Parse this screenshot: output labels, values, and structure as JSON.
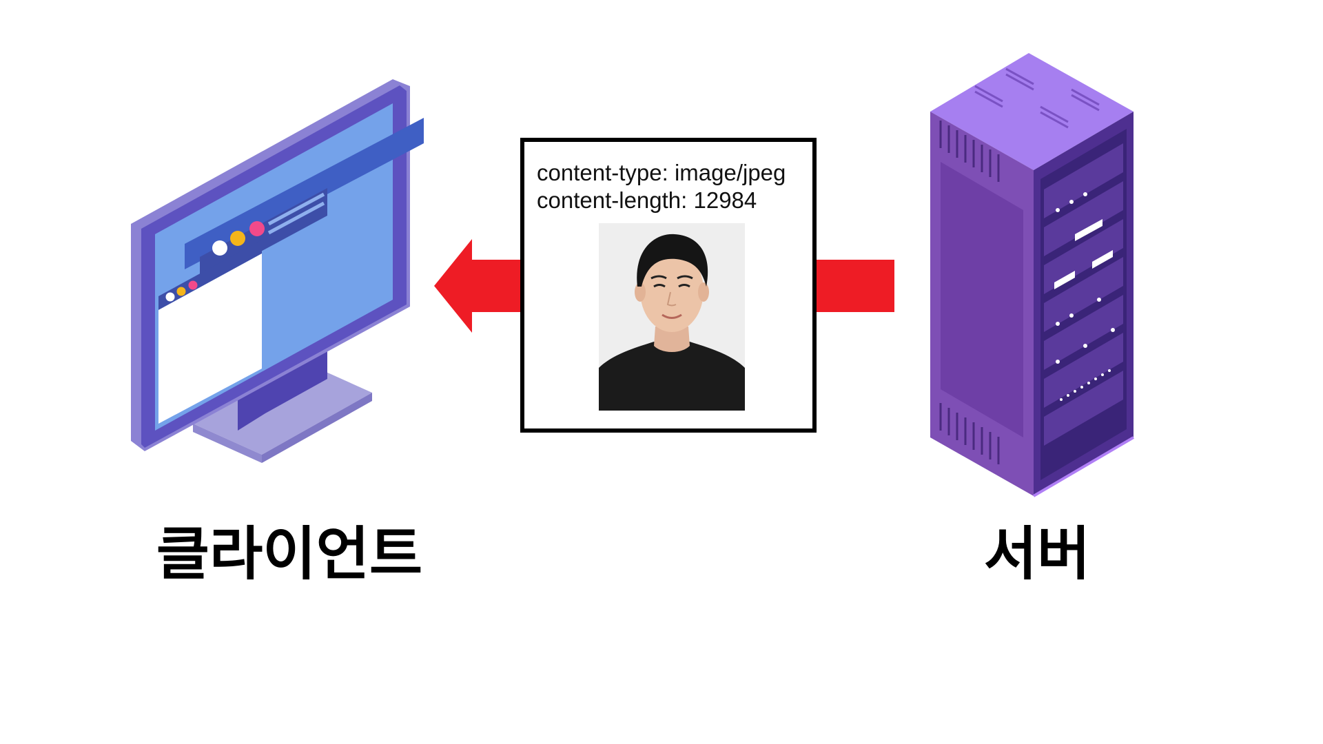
{
  "client": {
    "label": "클라이언트",
    "icon": "desktop-monitor-icon"
  },
  "server": {
    "label": "서버",
    "icon": "server-rack-icon"
  },
  "response": {
    "headers": [
      "content-type: image/jpeg",
      "content-length: 12984"
    ],
    "image": "portrait-photo"
  },
  "arrow": {
    "direction": "server-to-client",
    "color": "#ee1c25"
  },
  "colors": {
    "monitor_frame": "#6a5fc8",
    "monitor_screen": "#74a2ea",
    "server_body": "#7e4fb5",
    "server_top": "#a67ff0"
  }
}
